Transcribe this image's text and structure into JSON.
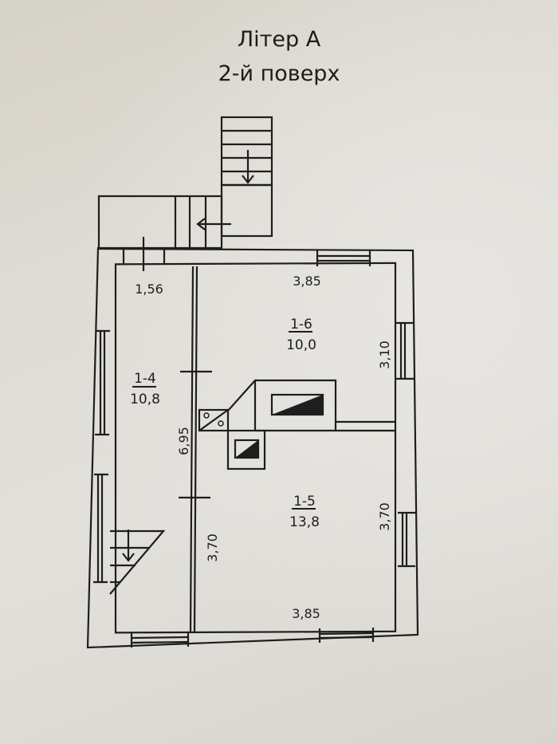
{
  "header": {
    "title_line1": "Літер А",
    "title_line2": "2-й поверх"
  },
  "rooms": [
    {
      "id": "1-4",
      "area": "10,8"
    },
    {
      "id": "1-6",
      "area": "10,0"
    },
    {
      "id": "1-5",
      "area": "13,8"
    }
  ],
  "dimensions": {
    "top_left": "1,56",
    "top_right": "3,85",
    "right_upper": "3,10",
    "left_partition": "6,95",
    "partition_lower": "3,70",
    "right_lower": "3,70",
    "bottom": "3,85"
  },
  "colors": {
    "line": "#1e1e1e",
    "paper": "#dedbd4"
  },
  "icons": [
    "stair-down-arrow-icon",
    "stair-left-arrow-icon",
    "stove-icon",
    "chimney-icon"
  ]
}
